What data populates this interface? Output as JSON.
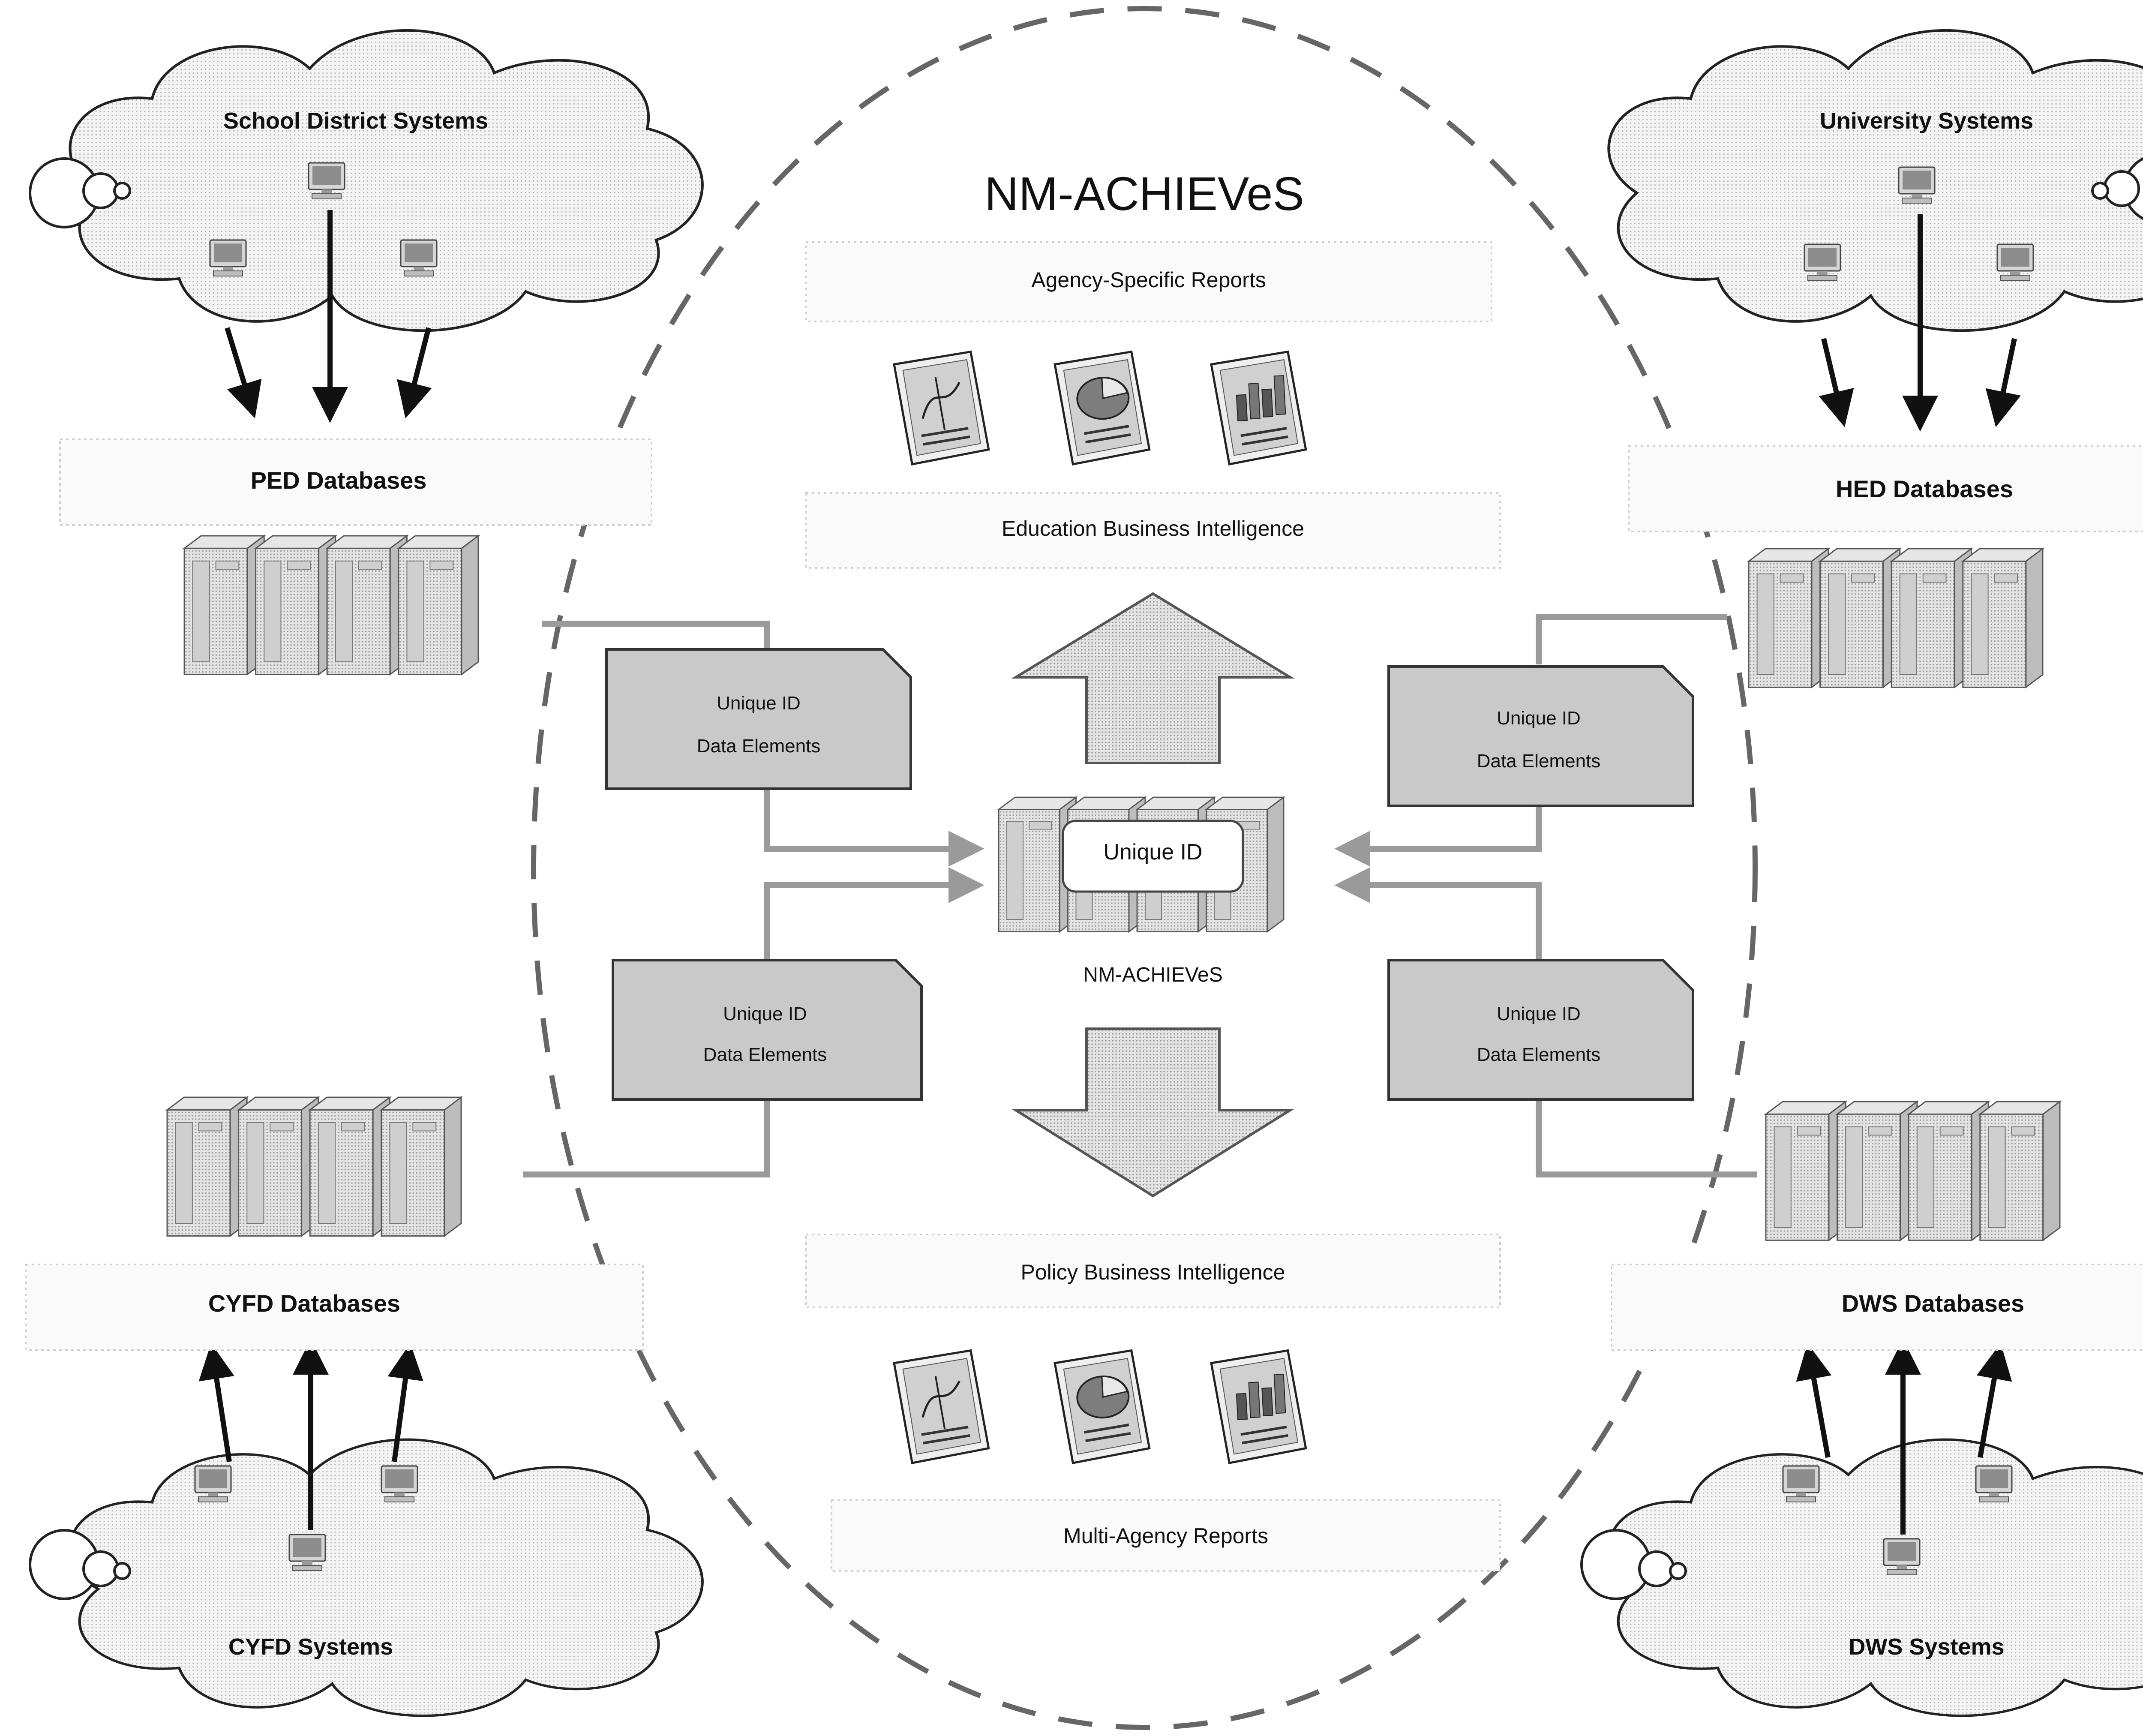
{
  "title": "NM-ACHIEVeS",
  "center_label": "NM-ACHIEVeS",
  "center_badge": "Unique ID",
  "reports_top": {
    "header": "Agency-Specific Reports",
    "footer": "Education Business Intelligence"
  },
  "reports_bottom": {
    "header": "Policy Business Intelligence",
    "footer": "Multi-Agency Reports"
  },
  "clouds": {
    "top_left": "School District Systems",
    "top_right": "University Systems",
    "bottom_left": "CYFD Systems",
    "bottom_right": "DWS Systems"
  },
  "databases": {
    "top_left": "PED Databases",
    "top_right": "HED Databases",
    "bottom_left": "CYFD Databases",
    "bottom_right": "DWS Databases"
  },
  "data_cards": {
    "top_left": {
      "line1": "Unique ID",
      "line2": "Data Elements"
    },
    "top_right": {
      "line1": "Unique ID",
      "line2": "Data Elements"
    },
    "bottom_left": {
      "line1": "Unique ID",
      "line2": "Data Elements"
    },
    "bottom_right": {
      "line1": "Unique ID",
      "line2": "Data Elements"
    }
  },
  "colors": {
    "card_fill": "#c9c9c9",
    "arrow_fill": "#d2d2d2",
    "connector": "#9a9a9a",
    "ellipse_dash": "#666666",
    "cloud_fill": "#dddddd"
  }
}
